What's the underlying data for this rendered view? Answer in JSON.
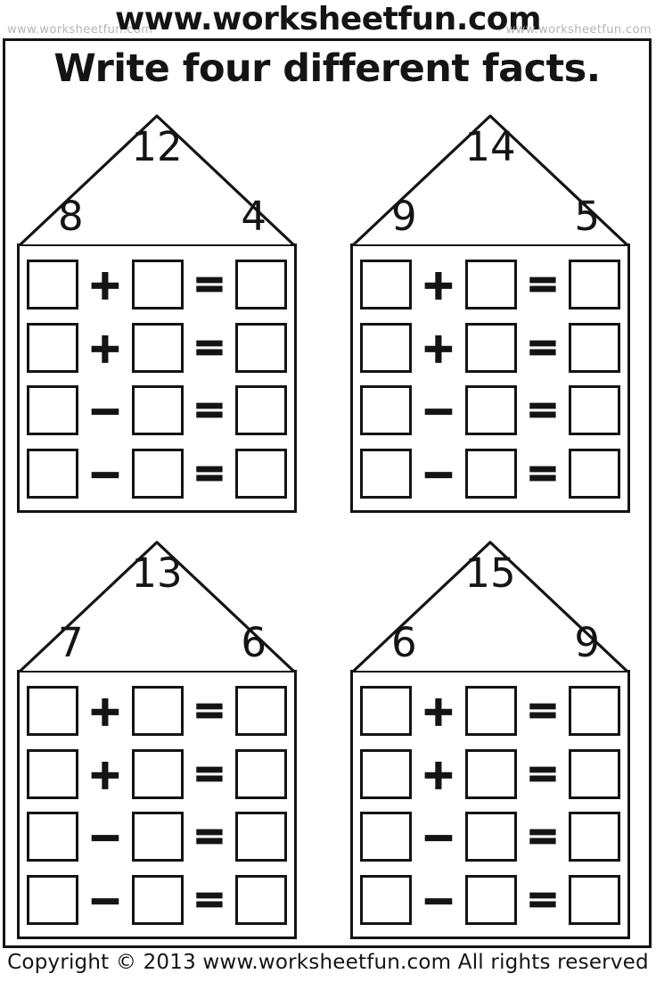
{
  "header": {
    "watermark_left": "www.worksheetfun.com",
    "brand": "www.worksheetfun.com",
    "watermark_right": "www.worksheetfun.com"
  },
  "title": "Write four different facts.",
  "row_operators": [
    "+",
    "+",
    "−",
    "−"
  ],
  "equals_sign": "=",
  "houses": [
    {
      "sum": "12",
      "left_addend": "8",
      "right_addend": "4"
    },
    {
      "sum": "14",
      "left_addend": "9",
      "right_addend": "5"
    },
    {
      "sum": "13",
      "left_addend": "7",
      "right_addend": "6"
    },
    {
      "sum": "15",
      "left_addend": "6",
      "right_addend": "9"
    }
  ],
  "footer": {
    "copyright": "Copyright © 2013 www.worksheetfun.com All rights reserved"
  },
  "colors": {
    "ink": "#141414",
    "watermark_gray": "#b4b4b4",
    "paper": "#ffffff"
  }
}
